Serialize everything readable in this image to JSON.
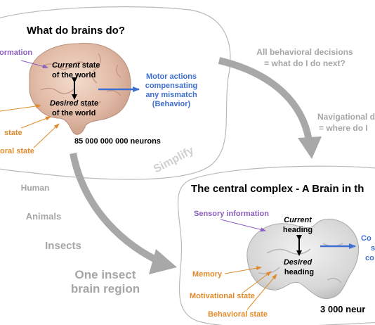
{
  "colors": {
    "purple": "#8a5fbf",
    "orange": "#e08a2c",
    "blue": "#3f6fcf",
    "gray_text": "#a6a6a6",
    "gray_arrow": "#a8a8a8",
    "outline": "#b9b9b9",
    "black": "#000000"
  },
  "top_panel": {
    "title": "What do brains do?",
    "sensory_label": "ormation",
    "current_italic": "Current",
    "current_rest": " state",
    "current_line2": "of the world",
    "desired_italic": "Desired",
    "desired_rest": " state",
    "desired_line2": "of the world",
    "motor_line1": "Motor actions",
    "motor_line2": "compensating",
    "motor_line3": "any mismatch",
    "motor_line4": "(Behavior)",
    "state_label": "state",
    "oral_state_label": "oral state",
    "neuron_count": "85 000 000 000 neurons"
  },
  "right_notes": {
    "behavioral_line1": "All behavioral decisions",
    "behavioral_line2": "= what do I do next?",
    "nav_line1": "Navigational d",
    "nav_line2": "= where do I"
  },
  "simplify_label": "Simplify",
  "scale_list": {
    "human": "Human",
    "animals": "Animals",
    "insects": "Insects",
    "region_line1": "One insect",
    "region_line2": "brain region"
  },
  "bottom_panel": {
    "title": "The central complex - A Brain in th",
    "sensory": "Sensory information",
    "current_italic": "Current",
    "current_line2": "heading",
    "desired_italic": "Desired",
    "desired_line2": "heading",
    "memory": "Memory",
    "motivational": "Motivational state",
    "behavioral": "Behavioral state",
    "motor_line1": "Co",
    "motor_line2": "s",
    "motor_line3": "co",
    "neuron_count": "3 000 neur"
  }
}
